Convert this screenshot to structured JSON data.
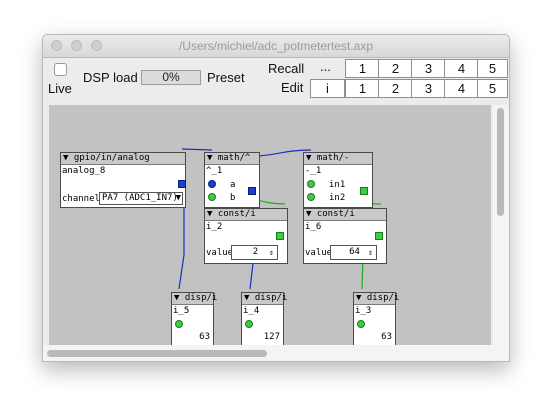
{
  "window": {
    "title": "/Users/michiel/adc_potmetertest.axp"
  },
  "toolbar": {
    "live_label": "Live",
    "dsp_load_label": "DSP load",
    "dsp_load_value": "0%",
    "preset_label": "Preset",
    "recall_label": "Recall",
    "recall_dots": "...",
    "edit_label": "Edit",
    "edit_init": "i",
    "preset_numbers": [
      "1",
      "2",
      "3",
      "4",
      "5"
    ]
  },
  "objects": {
    "analog": {
      "type": "gpio/in/analog",
      "name": "analog_8",
      "channel_label": "channel",
      "channel_value": "PA7 (ADC1_IN7)"
    },
    "pow": {
      "type": "math/^",
      "name": "^_1",
      "in_a": "a",
      "in_b": "b"
    },
    "sub": {
      "type": "math/-",
      "name": "-_1",
      "in1": "in1",
      "in2": "in2"
    },
    "const_a": {
      "type": "const/i",
      "name": "i_2",
      "value_label": "value",
      "value": "2"
    },
    "const_b": {
      "type": "const/i",
      "name": "i_6",
      "value_label": "value",
      "value": "64"
    },
    "disp_5": {
      "type": "disp/i",
      "name": "i_5",
      "value": "63"
    },
    "disp_4": {
      "type": "disp/i",
      "name": "i_4",
      "value": "127"
    },
    "disp_3": {
      "type": "disp/i",
      "name": "i_3",
      "value": "63"
    }
  },
  "colors": {
    "wire_blue": "#1a2fbf",
    "wire_green": "#22aa22",
    "canvas": "#c2c2c2"
  },
  "icons": {
    "collapse": "triangle-down-icon",
    "dropdown": "chevron-down-icon",
    "spinner": "up-down-arrows-icon"
  }
}
